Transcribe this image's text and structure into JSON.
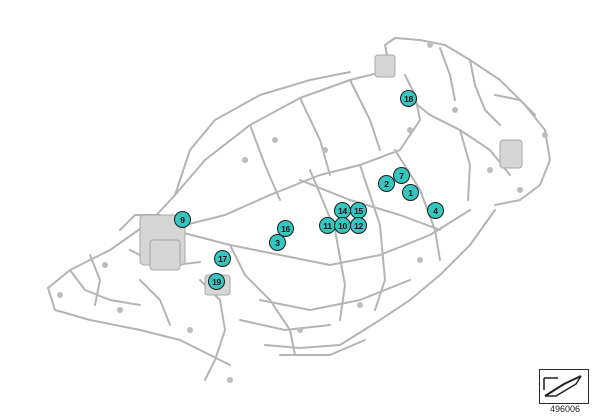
{
  "diagram": {
    "callouts": [
      "18",
      "2",
      "7",
      "1",
      "4",
      "14",
      "15",
      "11",
      "10",
      "12",
      "16",
      "3",
      "9",
      "17",
      "19"
    ]
  },
  "footer": {
    "document_number": "496006"
  },
  "colors": {
    "harness": "#b4b4b4",
    "callout_fill": "#36c6c0",
    "callout_border": "#1d1d1d"
  },
  "icons": {
    "thumbnail": "harness-thumbnail-icon"
  }
}
